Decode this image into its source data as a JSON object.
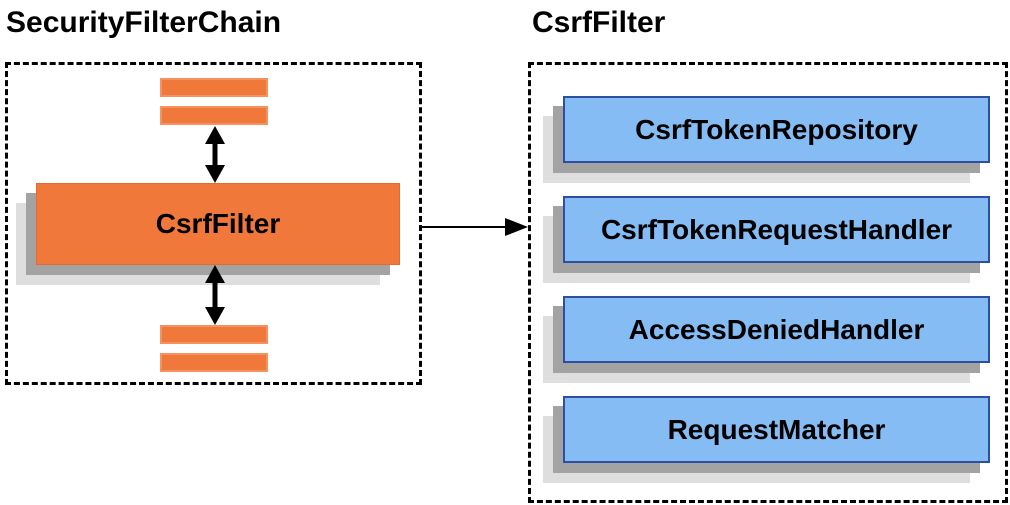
{
  "diagram": {
    "left_panel": {
      "title": "SecurityFilterChain",
      "filter_box_label": "CsrfFilter"
    },
    "right_panel": {
      "title": "CsrfFilter",
      "components": [
        {
          "label": "CsrfTokenRepository"
        },
        {
          "label": "CsrfTokenRequestHandler"
        },
        {
          "label": "AccessDeniedHandler"
        },
        {
          "label": "RequestMatcher"
        }
      ]
    },
    "colors": {
      "orange": "#F0783B",
      "orange-border": "#F4935F",
      "orange-border-dark": "#E8692F",
      "blue-fill": "#85BCF4",
      "blue-border": "#2E4FA0",
      "shadow-dark": "#A3A3A3",
      "shadow-light": "#DEDEDE",
      "ink": "#000000"
    }
  }
}
